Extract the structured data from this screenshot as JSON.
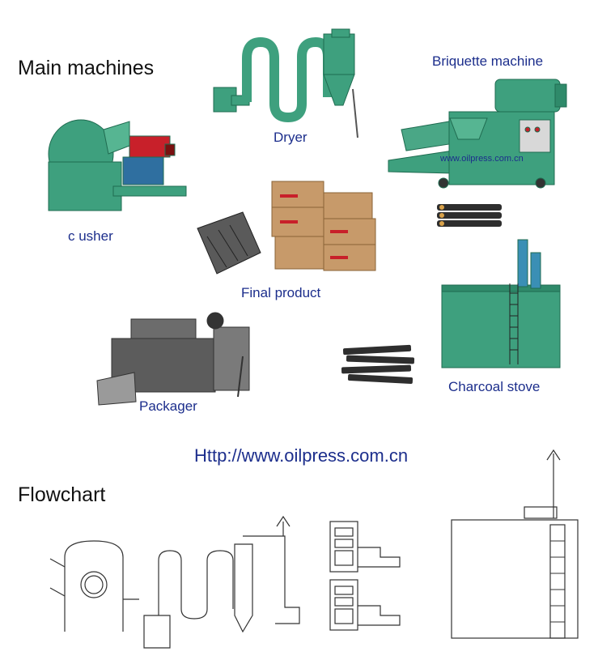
{
  "sections": {
    "main_machines": "Main machines",
    "flowchart": "Flowchart"
  },
  "machines": {
    "dryer": "Dryer",
    "briquette_machine": "Briquette machine",
    "briquette_watermark": "www.oilpress.com.cn",
    "crusher": "c usher",
    "final_product": "Final product",
    "charcoal_stove": "Charcoal stove",
    "packager": "Packager"
  },
  "website": "Http://www.oilpress.com.cn",
  "colors": {
    "machine_green": "#3ea07e",
    "motor_red": "#c8202a",
    "label_blue": "#1c2e8c",
    "box_brown": "#b98a5a",
    "charcoal": "#3a3a3a",
    "packager_grey": "#6c6c6c"
  }
}
